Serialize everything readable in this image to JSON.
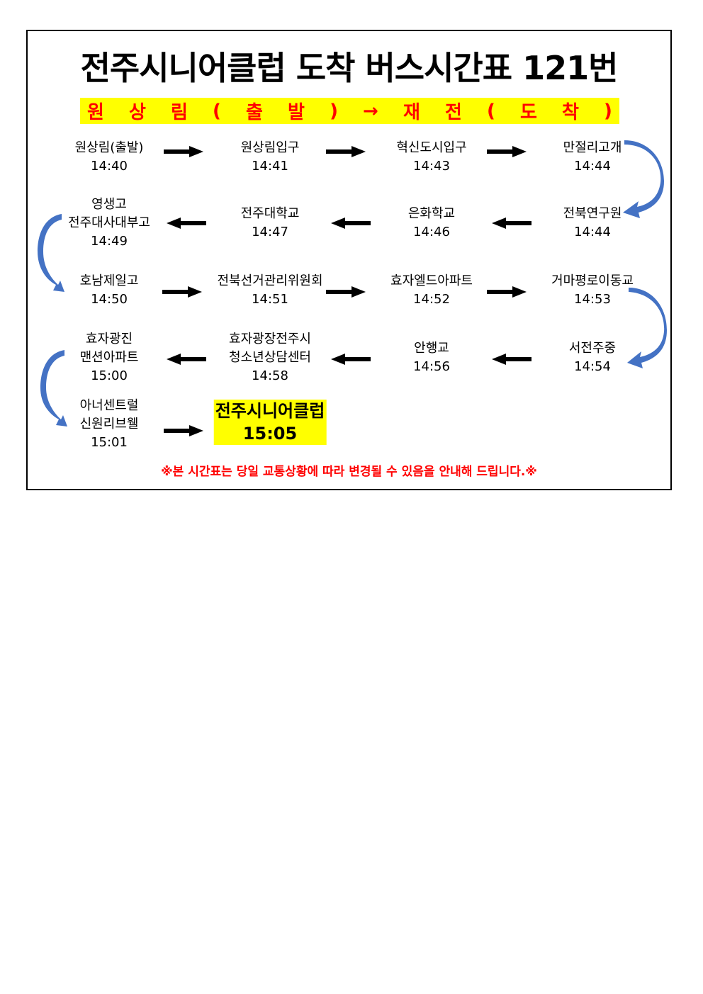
{
  "title": "전주시니어클럽 도착 버스시간표 121번",
  "subtitle": {
    "chars": [
      "원",
      "상",
      "림",
      "(",
      "출",
      "발",
      ")",
      "→",
      "재",
      "전",
      "(",
      "도",
      "착",
      ")"
    ],
    "text": "원상림(출발) → 재전(도착)"
  },
  "stops": [
    {
      "name": "원상림(출발)",
      "time": "14:40"
    },
    {
      "name": "원상림입구",
      "time": "14:41"
    },
    {
      "name": "혁신도시입구",
      "time": "14:43"
    },
    {
      "name": "만절리고개",
      "time": "14:44"
    },
    {
      "name": "전북연구원",
      "time": "14:44"
    },
    {
      "name": "은화학교",
      "time": "14:46"
    },
    {
      "name": "전주대학교",
      "time": "14:47"
    },
    {
      "name_line1": "영생고",
      "name_line2": "전주대사대부고",
      "time": "14:49"
    },
    {
      "name": "호남제일고",
      "time": "14:50"
    },
    {
      "name": "전북선거관리위원회",
      "time": "14:51"
    },
    {
      "name": "효자엘드아파트",
      "time": "14:52"
    },
    {
      "name": "거마평로이동교",
      "time": "14:53"
    },
    {
      "name": "서전주중",
      "time": "14:54"
    },
    {
      "name": "안행교",
      "time": "14:56"
    },
    {
      "name_line1": "효자광장전주시",
      "name_line2": "청소년상담센터",
      "time": "14:58"
    },
    {
      "name_line1": "효자광진",
      "name_line2": "맨션아파트",
      "time": "15:00"
    },
    {
      "name_line1": "아너센트럴",
      "name_line2": "신원리브웰",
      "time": "15:01"
    }
  ],
  "destination": {
    "name": "전주시니어클럽",
    "time": "15:05"
  },
  "notice": "※본 시간표는 당일 교통상황에 따라 변경될 수 있음을 안내해 드립니다.※",
  "colors": {
    "highlight": "#ffff00",
    "accent_red": "#ff0000",
    "curve_arrow": "#4472c4"
  }
}
